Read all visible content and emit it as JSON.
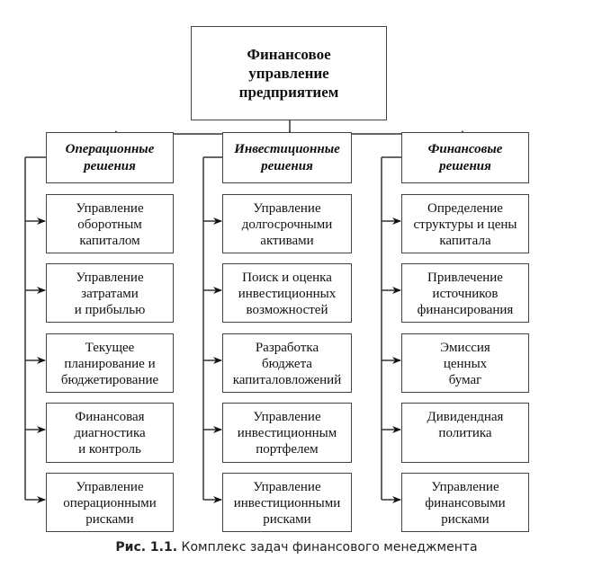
{
  "diagram": {
    "root": "Финансовое\nуправление\nпредприятием",
    "columns": [
      {
        "title": "Операционные\nрешения",
        "items": [
          "Управление\nоборотным\nкапиталом",
          "Управление\nзатратами\nи прибылью",
          "Текущее\nпланирование и\nбюджетирование",
          "Финансовая\nдиагностика\nи контроль",
          "Управление\nоперационными\nрисками"
        ]
      },
      {
        "title": "Инвестиционные\nрешения",
        "items": [
          "Управление\nдолгосрочными\nактивами",
          "Поиск и оценка\nинвестиционных\nвозможностей",
          "Разработка\nбюджета\nкапиталовложений",
          "Управление\nинвестиционным\nпортфелем",
          "Управление\nинвестиционными\nрисками"
        ]
      },
      {
        "title": "Финансовые\nрешения",
        "items": [
          "Определение\nструктуры и цены\nкапитала",
          "Привлечение\nисточников\nфинансирования",
          "Эмиссия\nценных\nбумаг",
          "Дивидендная\nполитика",
          "Управление\nфинансовыми\nрисками"
        ]
      }
    ]
  },
  "caption": {
    "label": "Рис. 1.1.",
    "text": "Комплекс задач финансового менеджмента"
  }
}
